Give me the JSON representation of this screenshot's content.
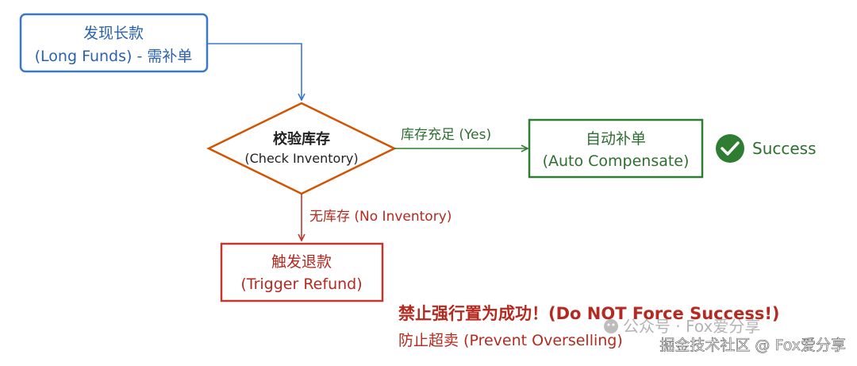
{
  "colors": {
    "blue": "#3a78cc",
    "blue_text": "#2c62ad",
    "green": "#2e7d32",
    "green_text": "#2e6f31",
    "red": "#c0392b",
    "red_text": "#b52a20",
    "check_circle": "#2e7d32",
    "watermark": "#555555"
  },
  "nodes": {
    "start": {
      "line1": "发现长款",
      "line2": "(Long Funds) - 需补单"
    },
    "decision": {
      "line1": "校验库存",
      "line2": "(Check Inventory)"
    },
    "auto": {
      "line1": "自动补单",
      "line2": "(Auto Compensate)"
    },
    "refund": {
      "line1": "触发退款",
      "line2": "(Trigger Refund)"
    }
  },
  "edges": {
    "yes_label": "库存充足 (Yes)",
    "no_label": "无库存 (No Inventory)"
  },
  "success": {
    "label": "Success",
    "icon": "check-circle"
  },
  "warning": {
    "line1": "禁止强行置为成功！(Do NOT Force Success!)",
    "line2": "防止超卖 (Prevent Overselling)"
  },
  "watermark": {
    "line1": "公众号 · Fox爱分享",
    "line2": "掘金技术社区 @ Fox爱分享"
  }
}
